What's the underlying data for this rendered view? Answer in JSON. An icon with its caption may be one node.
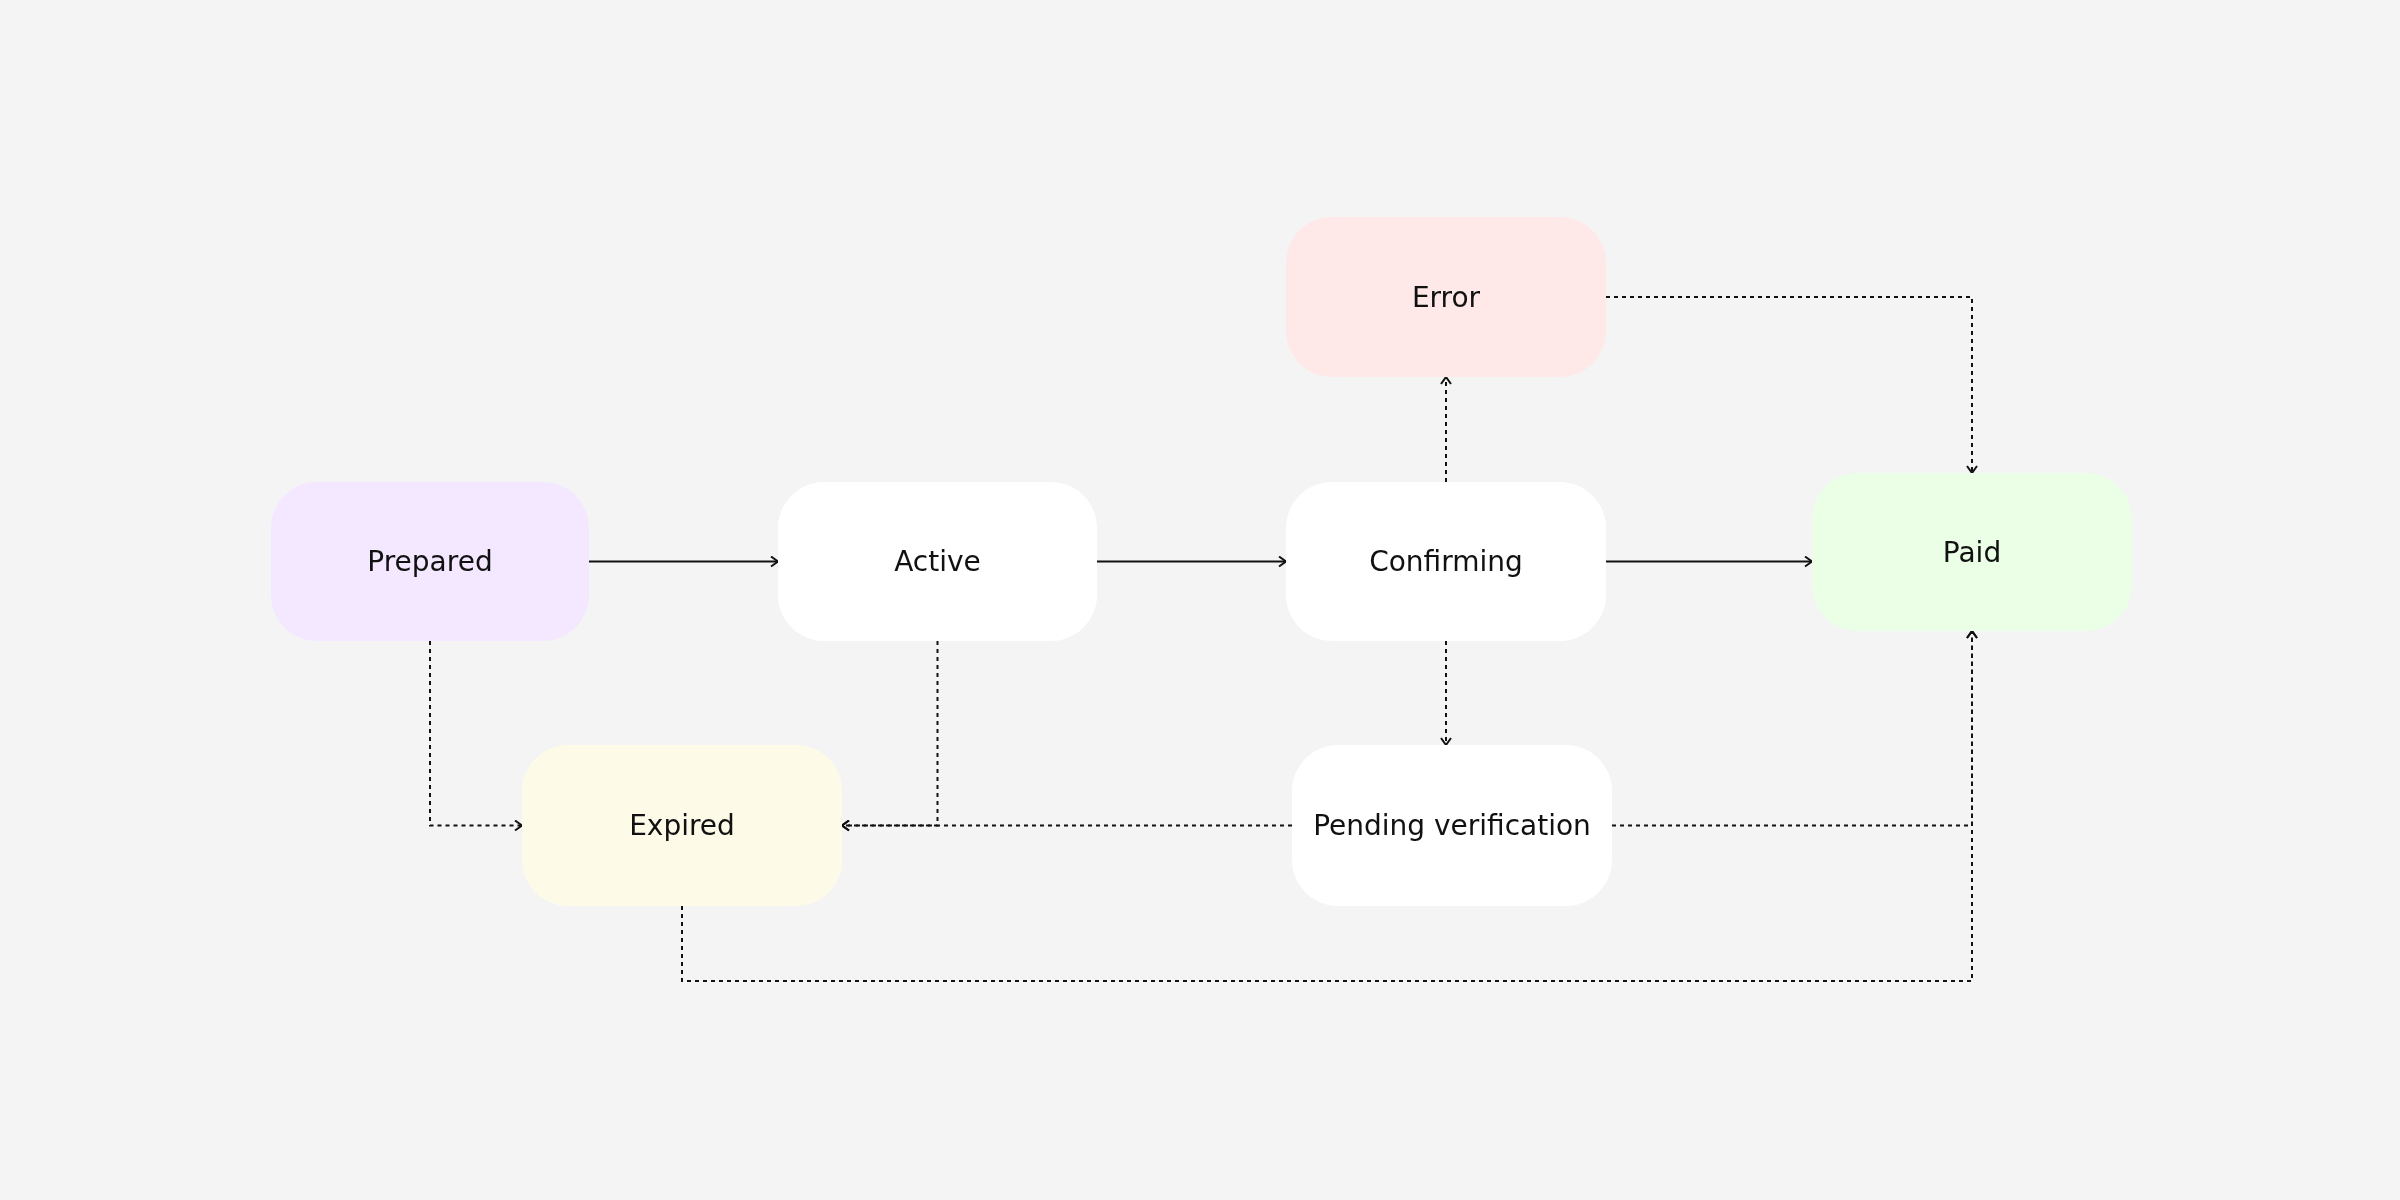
{
  "diagram": {
    "nodes": [
      {
        "text": [
          "Prepared"
        ]
      },
      {
        "text": [
          "Active"
        ]
      },
      {
        "text": [
          "Confirming"
        ]
      },
      {
        "text": [
          "Error"
        ]
      },
      {
        "text": [
          "Paid"
        ]
      },
      {
        "text": [
          "Expired"
        ]
      },
      {
        "text": [
          "Pending verification"
        ]
      }
    ],
    "edges": [
      {
        "from": 0,
        "to": 1,
        "arrow": "to"
      },
      {
        "from": 1,
        "to": 2,
        "arrow": "to"
      },
      {
        "from": 2,
        "to": 4,
        "arrow": "to"
      },
      {
        "from": 2,
        "to": 3,
        "arrow": "to",
        "style": "dashed"
      },
      {
        "from": 3,
        "to": 4,
        "arrow": "to",
        "style": "dashed"
      },
      {
        "from": 2,
        "to": 6,
        "arrow": "to",
        "style": "dashed"
      },
      {
        "from": 0,
        "to": 5,
        "arrow": "to",
        "style": "dashed"
      },
      {
        "from": 1,
        "to": 5,
        "arrow": "to",
        "style": "dashed"
      },
      {
        "from": 6,
        "to": 5,
        "arrow": "to",
        "style": "dashed"
      },
      {
        "from": 6,
        "to": 4,
        "arrow": "to",
        "style": "dashed"
      },
      {
        "from": 5,
        "to": 4,
        "arrow": "to",
        "style": "dashed"
      }
    ]
  }
}
